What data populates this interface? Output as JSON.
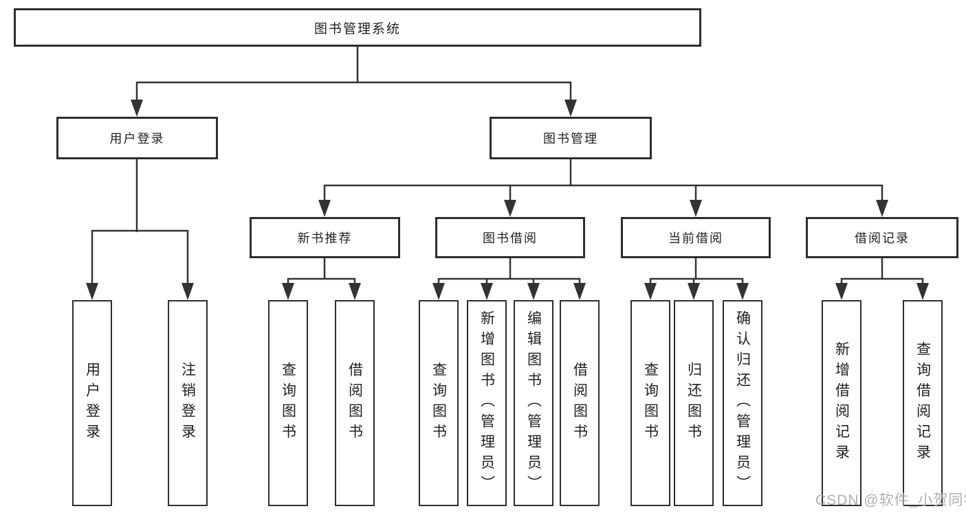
{
  "diagram_type": "hierarchy-tree",
  "tree": {
    "label": "图书管理系统",
    "children": [
      {
        "label": "用户登录",
        "children": [
          {
            "label": "用户登录"
          },
          {
            "label": "注销登录"
          }
        ]
      },
      {
        "label": "图书管理",
        "children": [
          {
            "label": "新书推荐",
            "children": [
              {
                "label": "查询图书"
              },
              {
                "label": "借阅图书"
              }
            ]
          },
          {
            "label": "图书借阅",
            "children": [
              {
                "label": "查询图书"
              },
              {
                "label": "新增图书（管理员）"
              },
              {
                "label": "编辑图书（管理员）"
              },
              {
                "label": "借阅图书"
              }
            ]
          },
          {
            "label": "当前借阅",
            "children": [
              {
                "label": "查询图书"
              },
              {
                "label": "归还图书"
              },
              {
                "label": "确认归还（管理员）"
              }
            ]
          },
          {
            "label": "借阅记录",
            "children": [
              {
                "label": "新增借阅记录"
              },
              {
                "label": "查询借阅记录"
              }
            ]
          }
        ]
      }
    ]
  },
  "watermark": {
    "text": "CSDN @软件_小贺同学",
    "color": "#a8a8a8"
  },
  "colors": {
    "background": "#ffffff",
    "line": "#333333",
    "box_border": "#2d2d2d",
    "text": "#1f1f1f"
  }
}
